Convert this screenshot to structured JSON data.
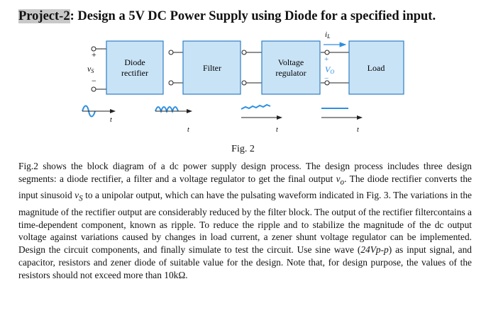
{
  "heading": {
    "tag": "Project-2",
    "rest": ": Design a 5V DC Power Supply using Diode for a specified input."
  },
  "diagram": {
    "input_label": "v",
    "input_sub": "S",
    "plus": "+",
    "minus": "−",
    "blocks": {
      "rectifier": [
        "Diode",
        "rectifier"
      ],
      "filter": "Filter",
      "regulator": [
        "Voltage",
        "regulator"
      ],
      "load": "Load"
    },
    "output_current": "i",
    "output_current_sub": "L",
    "output_voltage": "V",
    "output_voltage_sub": "O",
    "time_label": "t",
    "colors": {
      "block_fill": "#c9e3f6",
      "block_stroke": "#2d7fc4",
      "wave": "#2f8fe0",
      "wire": "#222222"
    }
  },
  "caption": "Fig. 2",
  "paragraph": {
    "p1": "Fig.2 shows the block diagram of a dc power supply design process. The design process includes three design segments: a diode rectifier, a filter and a voltage regulator to get the final output ",
    "vo": "v",
    "vo_sub": "o",
    "p2": ". The diode rectifier converts the input sinusoid ",
    "vs": "v",
    "vs_sub": "S",
    "p3": " to a unipolar output, which can have the pulsating waveform indicated in Fig. 3. The variations in the magnitude of the rectifier output are considerably reduced by the filter block. The output of the rectifier filtercontains a time-dependent component, known as ripple. To reduce the ripple and to stabilize the magnitude of the dc output voltage against variations caused by changes in load current, a zener shunt voltage regulator can be implemented. Design the circuit components, and finally simulate to test the circuit. Use sine wave (",
    "signal": "24Vp-p",
    "p4": ") as input signal, and capacitor, resistors and zener diode of suitable value for the design. Note that, for design purpose, the values of the resistors should not exceed more than 10kΩ."
  }
}
